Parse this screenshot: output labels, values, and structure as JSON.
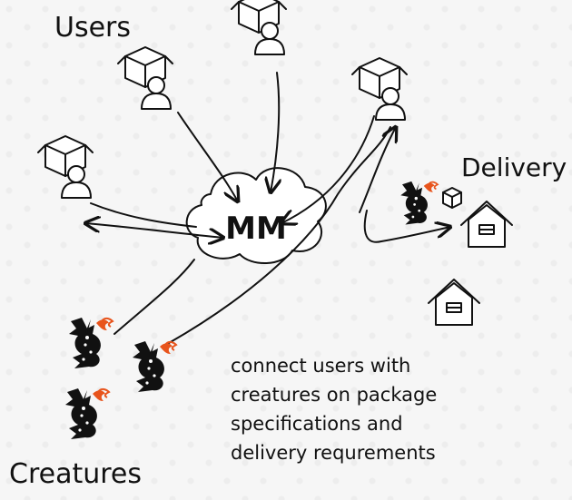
{
  "labels": {
    "users": "Users",
    "delivery": "Delivery",
    "creatures": "Creatures",
    "hub": "MM"
  },
  "description_lines": [
    "connect users with",
    "creatures on package",
    "specifications and",
    "delivery requrements"
  ],
  "icons": {
    "user": "user-with-box-icon",
    "creature": "dragon-icon",
    "house": "house-icon",
    "cloud": "cloud-icon"
  },
  "colors": {
    "ink": "#111111",
    "fire": "#e8541c",
    "background": "#f6f6f6"
  }
}
